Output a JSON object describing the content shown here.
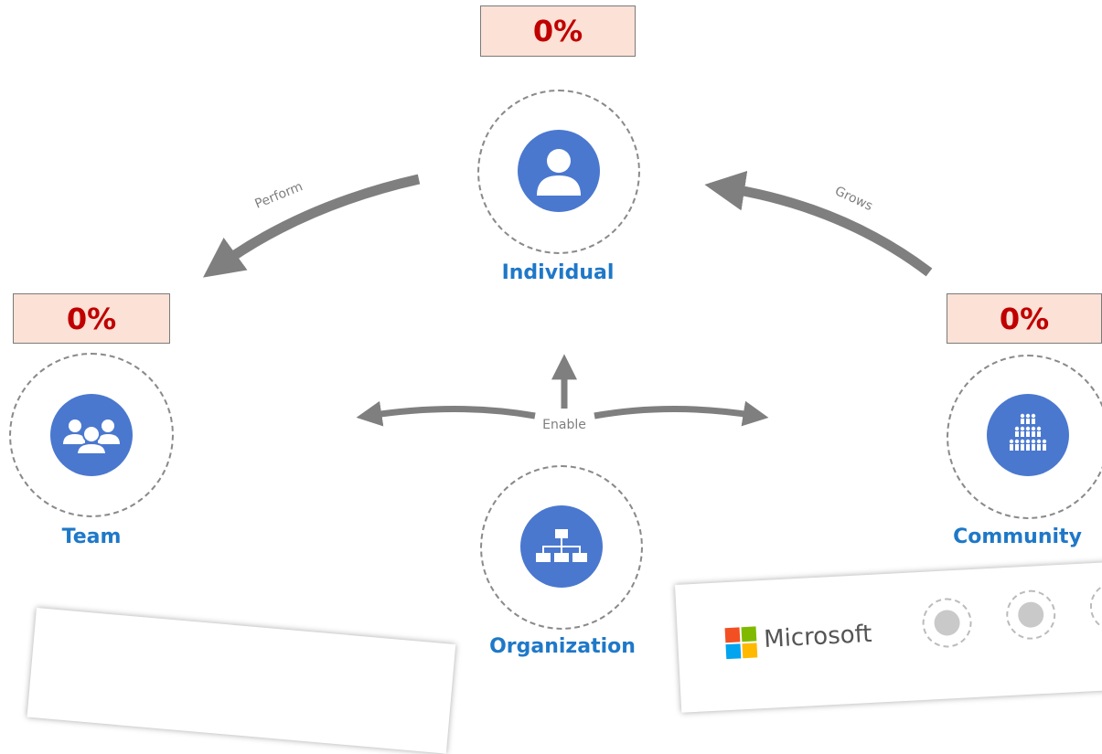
{
  "nodes": {
    "individual": {
      "label": "Individual",
      "percent": "0%"
    },
    "team": {
      "label": "Team",
      "percent": "0%"
    },
    "community": {
      "label": "Community",
      "percent": "0%"
    },
    "organization": {
      "label": "Organization"
    }
  },
  "arrows": {
    "perform": "Perform",
    "grows": "Grows",
    "enable": "Enable"
  },
  "card": {
    "brand": "Microsoft"
  },
  "colors": {
    "accent_blue": "#4a78cf",
    "label_blue": "#1f78c8",
    "percent_red": "#c00000",
    "percent_bg": "#fbe1d6",
    "arrow_gray": "#7f7f7f"
  }
}
